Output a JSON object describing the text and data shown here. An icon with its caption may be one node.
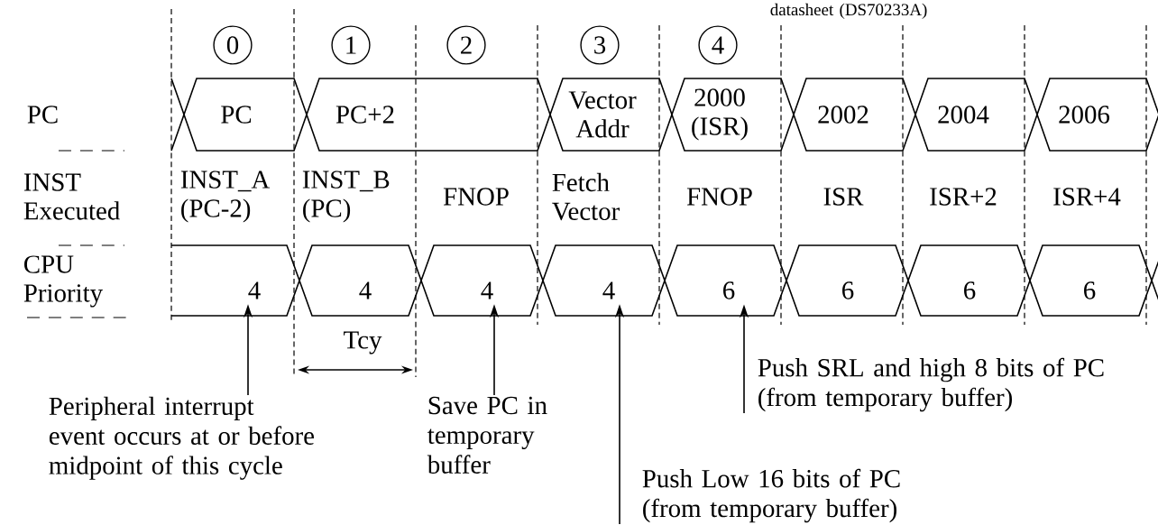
{
  "diagram": {
    "nodes": [
      {
        "text": [
          "0"
        ]
      },
      {
        "text": [
          "1"
        ]
      },
      {
        "text": [
          "2"
        ]
      },
      {
        "text": [
          "3"
        ]
      },
      {
        "text": [
          "4"
        ]
      },
      {
        "text": [
          "PC"
        ]
      },
      {
        "text": [
          "PC+2"
        ]
      },
      {
        "text": [
          "Vector Addr"
        ]
      },
      {
        "text": [
          "2000 (ISR)"
        ]
      },
      {
        "text": [
          "2002"
        ]
      },
      {
        "text": [
          "2004"
        ]
      },
      {
        "text": [
          "2006"
        ]
      },
      {
        "text": [
          "4"
        ]
      },
      {
        "text": [
          "4"
        ]
      },
      {
        "text": [
          "4"
        ]
      },
      {
        "text": [
          "4"
        ]
      },
      {
        "text": [
          "6"
        ]
      },
      {
        "text": [
          "6"
        ]
      },
      {
        "text": [
          "6"
        ]
      },
      {
        "text": [
          "6"
        ]
      },
      {
        "text": [
          "Peripheral interrupt event occurs at or before midpoint of this cycle"
        ]
      },
      {
        "text": [
          "Save PC in temporary buffer"
        ]
      },
      {
        "text": [
          "Push Low 16 bits of PC (from temporary buffer)"
        ]
      },
      {
        "text": [
          "Push SRL and high 8 bits of PC (from temporary buffer)"
        ]
      }
    ],
    "edges": [
      {
        "from": 20,
        "to": 12,
        "arrow": "to"
      },
      {
        "from": 21,
        "to": 14,
        "arrow": "to"
      },
      {
        "from": 22,
        "to": 15,
        "arrow": "to"
      },
      {
        "from": 23,
        "to": 16,
        "arrow": "to"
      }
    ],
    "labels": [
      "datasheet (DS70233A)",
      "PC",
      "INST Executed",
      "CPU Priority",
      "INST_A (PC-2)",
      "INST_B (PC)",
      "FNOP",
      "Fetch Vector",
      "FNOP",
      "ISR",
      "ISR+2",
      "ISR+4",
      "Tcy"
    ]
  }
}
